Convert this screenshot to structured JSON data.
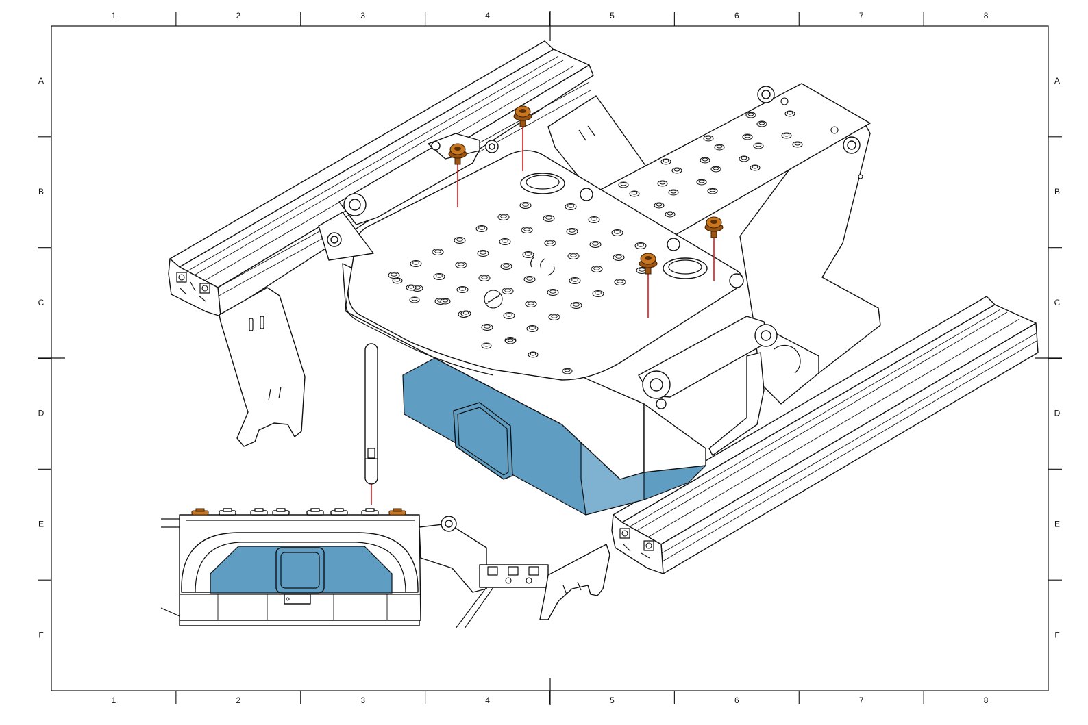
{
  "sheet": {
    "columns": [
      "1",
      "2",
      "3",
      "4",
      "5",
      "6",
      "7",
      "8"
    ],
    "rows": [
      "A",
      "B",
      "C",
      "D",
      "E",
      "F"
    ]
  },
  "colors": {
    "frame": "#111111",
    "fastener": "#c9761e",
    "insert_line": "#d61a1a",
    "housing": "#5f9ec2"
  },
  "icons": [
    "extrusion-rail",
    "mounting-plate",
    "bolt",
    "pivot-bushing",
    "housing-block",
    "side-bracket"
  ]
}
